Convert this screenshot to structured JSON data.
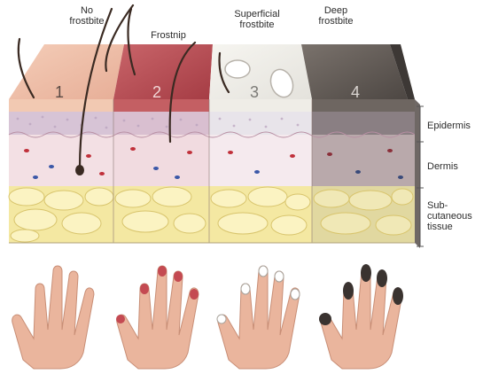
{
  "stages": [
    {
      "label": "No\nfrostbite",
      "number": "1"
    },
    {
      "label": "Frostnip",
      "number": "2"
    },
    {
      "label": "Superficial\nfrostbite",
      "number": "3"
    },
    {
      "label": "Deep\nfrostbite",
      "number": "4"
    }
  ],
  "layers": {
    "epidermis": "Epidermis",
    "dermis": "Dermis",
    "subcutaneous": "Sub-\ncutaneous\ntissue"
  },
  "colors": {
    "skin": "#e9b9a3",
    "frostnip": "#b6474b",
    "superficial": "#eeeeea",
    "deep": "#5b5551",
    "fat": "#f3e69a",
    "dermis": "#f1dfe3"
  },
  "icons": [
    "hand-normal-icon",
    "hand-frostnip-icon",
    "hand-blistered-icon",
    "hand-blackened-icon"
  ]
}
